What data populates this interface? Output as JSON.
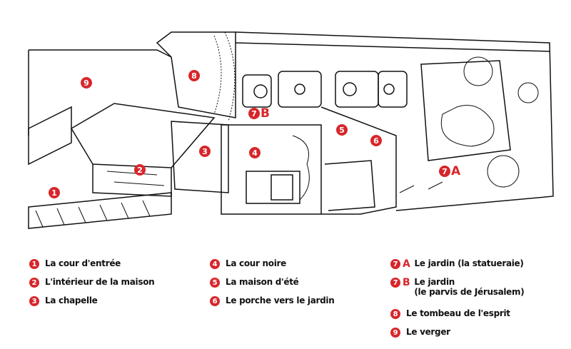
{
  "markers": {
    "m1": {
      "num": "1"
    },
    "m2": {
      "num": "2"
    },
    "m3": {
      "num": "3"
    },
    "m4": {
      "num": "4"
    },
    "m5": {
      "num": "5"
    },
    "m6": {
      "num": "6"
    },
    "m7a": {
      "num": "7",
      "letter": "A"
    },
    "m7b": {
      "num": "7",
      "letter": "B"
    },
    "m8": {
      "num": "8"
    },
    "m9": {
      "num": "9"
    }
  },
  "legend": [
    {
      "num": "1",
      "label": "La cour d'entrée"
    },
    {
      "num": "2",
      "label": "L'intérieur de la maison"
    },
    {
      "num": "3",
      "label": "La chapelle"
    },
    {
      "num": "4",
      "label": "La cour noire"
    },
    {
      "num": "5",
      "label": "La maison d'été"
    },
    {
      "num": "6",
      "label": "Le porche vers le jardin"
    },
    {
      "num": "7",
      "letter": "A",
      "label": "Le jardin (la statueraie)"
    },
    {
      "num": "7",
      "letter": "B",
      "label": "Le jardin",
      "label2": "(le parvis de Jérusalem)"
    },
    {
      "num": "8",
      "label": "Le tombeau de l'esprit"
    },
    {
      "num": "9",
      "label": "Le verger"
    }
  ],
  "colors": {
    "accent": "#d7262b",
    "ink": "#111111"
  }
}
